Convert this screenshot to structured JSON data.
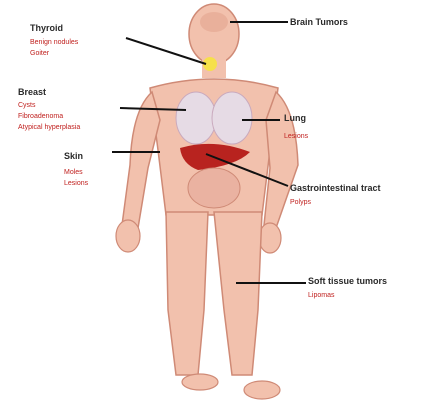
{
  "labels": {
    "brain": {
      "title": "Brain Tumors",
      "items": []
    },
    "thyroid": {
      "title": "Thyroid",
      "items": [
        "Benign nodules",
        "Goiter"
      ]
    },
    "breast": {
      "title": "Breast",
      "items": [
        "Cysts",
        "Fibroadenoma",
        "Atypical hyperplasia"
      ]
    },
    "lung": {
      "title": "Lung",
      "items": [
        "Lesions"
      ]
    },
    "skin": {
      "title": "Skin",
      "items": [
        "Moles",
        "Lesions"
      ]
    },
    "digestive": {
      "title": "Gastrointestinal tract",
      "items": [
        "Polyps"
      ]
    },
    "muscle": {
      "title": "Soft tissue tumors",
      "items": [
        "Lipomas"
      ]
    }
  },
  "colors": {
    "skin": "#f2c1ad",
    "skin_outline": "#cf8a76",
    "lung": "#e6dbe5",
    "liver": "#b8231f",
    "thyroid": "#f6e04a",
    "pointer": "#111111"
  }
}
